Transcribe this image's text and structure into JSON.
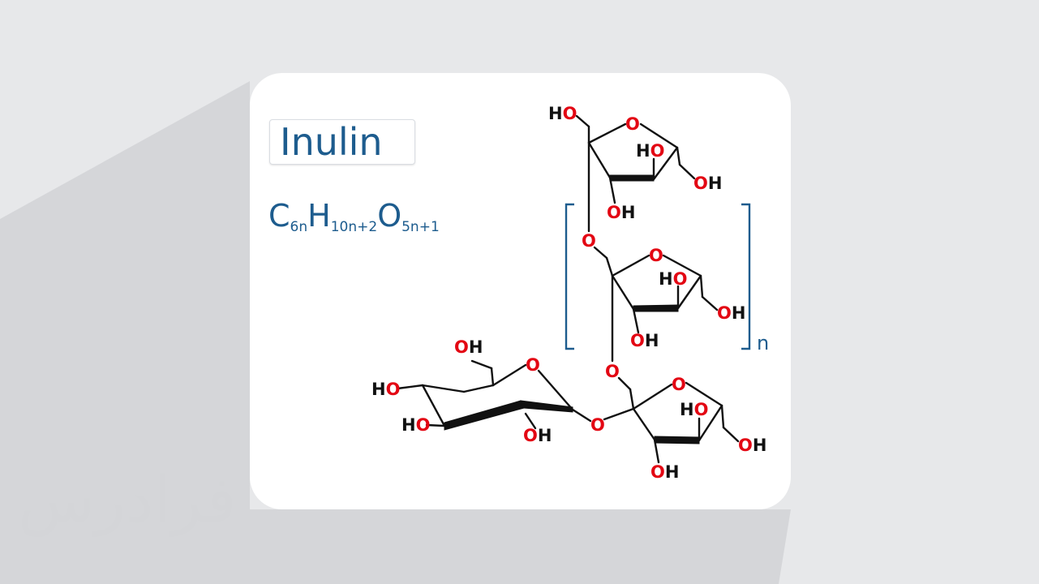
{
  "watermark": "فرادرس",
  "title": "Inulin",
  "formula": {
    "c": "C",
    "c_sub": "6n",
    "h": "H",
    "h_sub": "10n+2",
    "o": "O",
    "o_sub": "5n+1"
  },
  "structure": {
    "repeat_label": "n",
    "colors": {
      "oxygen": "#e30613",
      "hydrogen": "#111111",
      "bracket": "#1d5c8e",
      "title": "#1d5c8e"
    },
    "labels": {
      "top_ho": "HO",
      "top_ring_o": "O",
      "top_ring_ho": "HO",
      "top_ring_oh_right": "OH",
      "top_ring_oh_bottom": "OH",
      "link1_o": "O",
      "mid_ring_o": "O",
      "mid_ring_ho": "HO",
      "mid_ring_oh_right": "OH",
      "mid_ring_oh_bottom": "OH",
      "link2_o": "O",
      "bot_ring_o": "O",
      "bot_ring_ho": "HO",
      "bot_ring_oh_right": "OH",
      "bot_ring_oh_bottom": "OH",
      "glyco_o": "O",
      "glu_ring_o": "O",
      "glu_oh_top": "OH",
      "glu_ho_left": "HO",
      "glu_ho_bottom_left": "HO",
      "glu_oh_bottom": "OH"
    }
  }
}
